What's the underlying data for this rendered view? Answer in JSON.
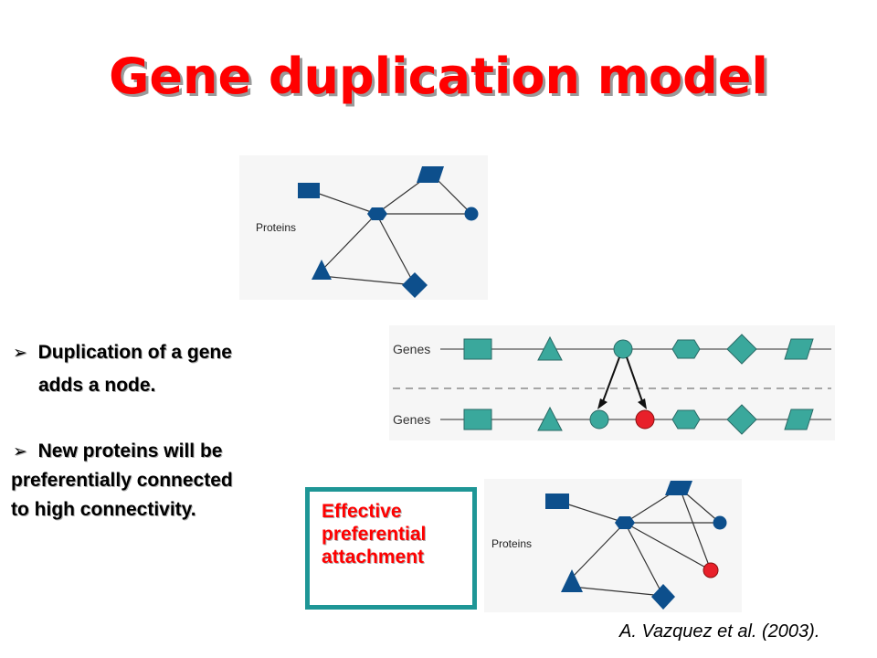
{
  "title": "Gene duplication model",
  "bullets": {
    "b1_line1": "Duplication of a gene",
    "b1_line2": "adds a node.",
    "b2_line1": "New proteins will be",
    "b2_line2": "preferentially connected",
    "b2_line3": "to high connectivity."
  },
  "diagrams": {
    "proteins_label": "Proteins",
    "genes_label": "Genes"
  },
  "effective_box": {
    "line1": "Effective",
    "line2": "preferential",
    "line3": "attachment"
  },
  "citation": "A. Vazquez et al. (2003).",
  "colors": {
    "title": "#ff0000",
    "protein_node": "#0d4f8c",
    "gene_node": "#3aa89c",
    "new_node": "#e8202a",
    "box_border": "#1e9696"
  }
}
